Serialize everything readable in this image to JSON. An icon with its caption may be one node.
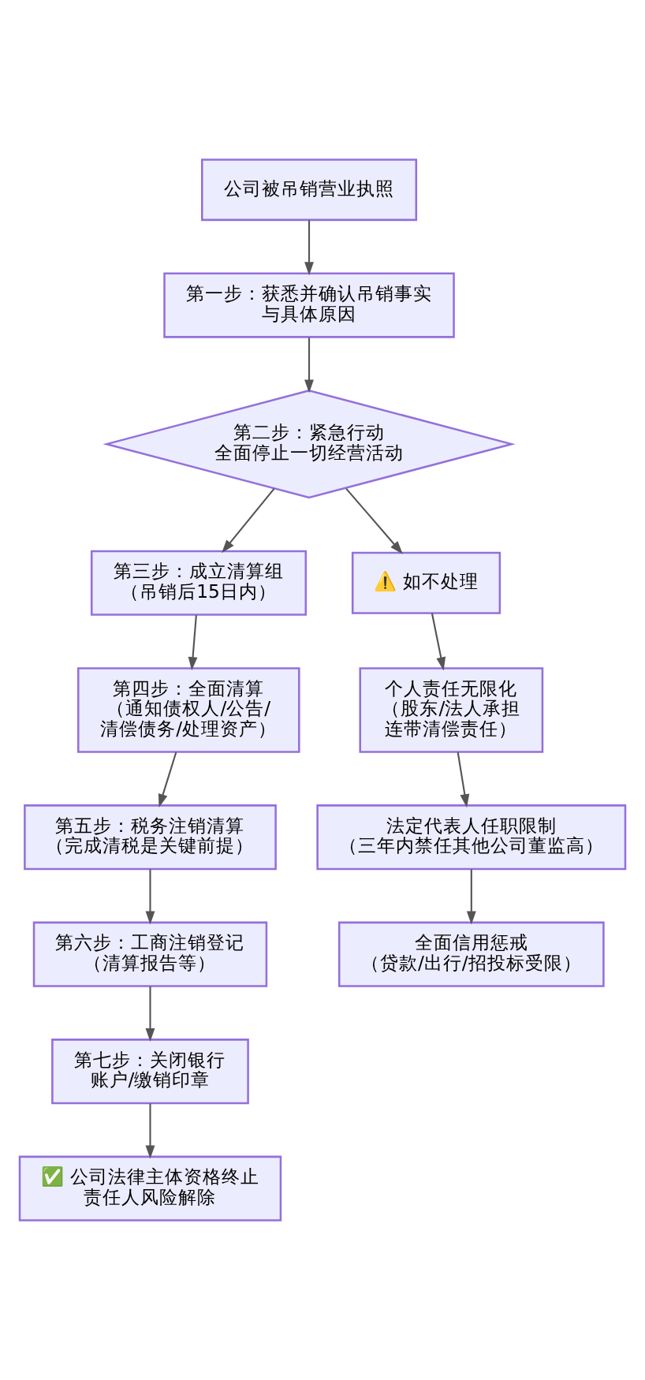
{
  "diagram": {
    "nodes": [
      {
        "text": [
          "公司被吊销营业执照"
        ]
      },
      {
        "text": [
          "第一步：获悉并确认吊销事实",
          "与具体原因"
        ]
      },
      {
        "text": [
          "第二步：紧急行动",
          "全面停止一切经营活动"
        ]
      },
      {
        "text": [
          "第三步：成立清算组",
          "（吊销后15日内）"
        ]
      },
      {
        "text": [
          "第四步：全面清算",
          "（通知债权人/公告/清偿债务/处理资产）"
        ]
      },
      {
        "text": [
          "第五步：税务注销清算",
          "（完成清税是关键前提）"
        ]
      },
      {
        "text": [
          "第六步：工商注销登记",
          "（清算报告等）"
        ]
      },
      {
        "text": [
          "第七步：关闭银行账户/缴销印章"
        ]
      },
      {
        "text": [
          "✅ 公司法律主体资格终止",
          "责任人风险解除"
        ]
      },
      {
        "text": [
          "⚠️ 如不处理"
        ]
      },
      {
        "text": [
          "个人责任无限化",
          "（股东/法人承担连带清偿责任）"
        ]
      },
      {
        "text": [
          "法定代表人任职限制",
          "（三年内禁任其他公司董监高）"
        ]
      },
      {
        "text": [
          "全面信用惩戒",
          "（贷款/出行/招投标受限）"
        ]
      }
    ],
    "edges": [
      {
        "from": 0,
        "to": 1,
        "arrow": "to"
      },
      {
        "from": 1,
        "to": 2,
        "arrow": "to"
      },
      {
        "from": 2,
        "to": 3,
        "arrow": "to"
      },
      {
        "from": 2,
        "to": 9,
        "arrow": "to"
      },
      {
        "from": 3,
        "to": 4,
        "arrow": "to"
      },
      {
        "from": 4,
        "to": 5,
        "arrow": "to"
      },
      {
        "from": 5,
        "to": 6,
        "arrow": "to"
      },
      {
        "from": 6,
        "to": 7,
        "arrow": "to"
      },
      {
        "from": 7,
        "to": 8,
        "arrow": "to"
      },
      {
        "from": 9,
        "to": 10,
        "arrow": "to"
      },
      {
        "from": 10,
        "to": 11,
        "arrow": "to"
      },
      {
        "from": 11,
        "to": 12,
        "arrow": "to"
      }
    ]
  }
}
